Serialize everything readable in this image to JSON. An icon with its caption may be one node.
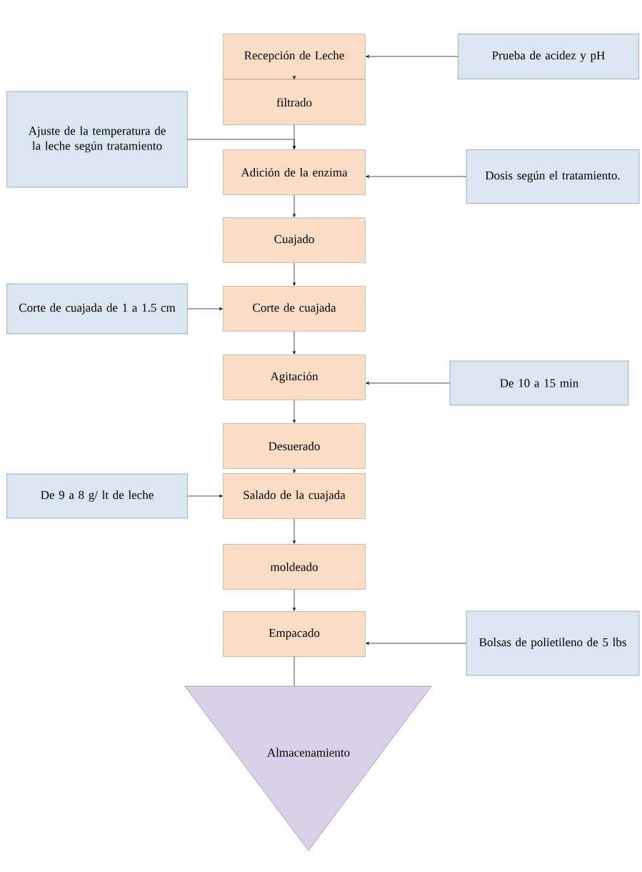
{
  "diagram": {
    "nodes": [
      {
        "text": [
          "Recepción de Leche"
        ]
      },
      {
        "text": [
          "Prueba de acidez y pH"
        ]
      },
      {
        "text": [
          "Ajuste de la temperatura de la leche según tratamiento"
        ]
      },
      {
        "text": [
          "filtrado"
        ]
      },
      {
        "text": [
          "Adición de la enzima"
        ]
      },
      {
        "text": [
          "Dosis según el tratamiento."
        ]
      },
      {
        "text": [
          "Cuajado"
        ]
      },
      {
        "text": [
          "Corte de cuajada de 1 a 1.5 cm"
        ]
      },
      {
        "text": [
          "Corte de cuajada"
        ]
      },
      {
        "text": [
          "Agitación"
        ]
      },
      {
        "text": [
          "De 10 a 15 min"
        ]
      },
      {
        "text": [
          "Desuerado"
        ]
      },
      {
        "text": [
          "De 9 a 8 g/ lt de leche"
        ]
      },
      {
        "text": [
          "Salado de la cuajada"
        ]
      },
      {
        "text": [
          "moldeado"
        ]
      },
      {
        "text": [
          "Empacado"
        ]
      },
      {
        "text": [
          "Bolsas de polietileno de 5 lbs"
        ]
      },
      {
        "text": [
          "Almacenamiento"
        ]
      }
    ],
    "edges": [
      {
        "from": 1,
        "to": 0,
        "arrow": "to"
      },
      {
        "from": 0,
        "to": 3,
        "arrow": "to"
      },
      {
        "from": 3,
        "to": 4,
        "arrow": "to"
      },
      {
        "from": 2,
        "to": 4,
        "arrow": "to"
      },
      {
        "from": 5,
        "to": 4,
        "arrow": "to"
      },
      {
        "from": 4,
        "to": 6,
        "arrow": "to"
      },
      {
        "from": 6,
        "to": 8,
        "arrow": "to"
      },
      {
        "from": 7,
        "to": 8,
        "arrow": "to"
      },
      {
        "from": 8,
        "to": 9,
        "arrow": "to"
      },
      {
        "from": 10,
        "to": 9,
        "arrow": "to"
      },
      {
        "from": 9,
        "to": 11,
        "arrow": "to"
      },
      {
        "from": 11,
        "to": 13,
        "arrow": "to"
      },
      {
        "from": 12,
        "to": 13,
        "arrow": "to"
      },
      {
        "from": 13,
        "to": 14,
        "arrow": "to"
      },
      {
        "from": 14,
        "to": 15,
        "arrow": "to"
      },
      {
        "from": 16,
        "to": 15,
        "arrow": "to"
      },
      {
        "from": 15,
        "to": 17,
        "arrow": "none"
      }
    ]
  }
}
